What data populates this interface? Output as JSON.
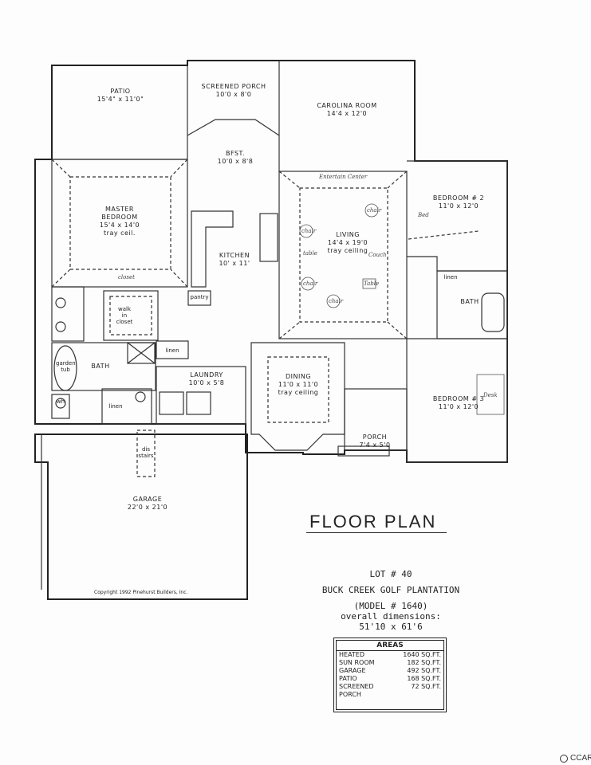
{
  "rooms": {
    "patio": {
      "name": "PATIO",
      "dim": "15'4\" x 11'0\""
    },
    "screened_porch": {
      "name": "SCREENED PORCH",
      "dim": "10'0 x 8'0"
    },
    "carolina_room": {
      "name": "CAROLINA ROOM",
      "dim": "14'4 x 12'0"
    },
    "bfst": {
      "name": "BFST.",
      "dim": "10'0 x 8'8"
    },
    "master_bedroom": {
      "name": "MASTER",
      "name2": "BEDROOM",
      "dim": "15'4 x 14'0",
      "note": "tray ceil."
    },
    "kitchen": {
      "name": "KITCHEN",
      "dim": "10' x 11'"
    },
    "living": {
      "name": "LIVING",
      "dim": "14'4 x 19'0",
      "note": "tray ceiling"
    },
    "bedroom2": {
      "name": "BEDROOM # 2",
      "dim": "11'0 x 12'0"
    },
    "bedroom3": {
      "name": "BEDROOM # 3",
      "dim": "11'0 x 12'0"
    },
    "walk_in_closet": {
      "line1": "walk",
      "line2": "in",
      "line3": "closet"
    },
    "pantry": {
      "name": "pantry"
    },
    "linen1": {
      "name": "linen"
    },
    "linen2": {
      "name": "linen"
    },
    "linen3": {
      "name": "linen"
    },
    "bath_master": {
      "name": "BATH"
    },
    "garden_tub": {
      "line1": "garden",
      "line2": "tub"
    },
    "bath2": {
      "name": "BATH"
    },
    "laundry": {
      "name": "LAUNDRY",
      "dim": "10'0 x 5'8"
    },
    "dining": {
      "name": "DINING",
      "dim": "11'0 x 11'0",
      "note": "tray ceiling"
    },
    "porch": {
      "name": "PORCH",
      "dim": "7'4 x 5'0"
    },
    "garage": {
      "name": "GARAGE",
      "dim": "22'0 x 21'0"
    },
    "wh": {
      "name": "wh"
    },
    "dis_stairs": {
      "line1": "dis",
      "line2": "stairs"
    }
  },
  "handwritten": {
    "chair1": "chair",
    "chair2": "chair",
    "chair3": "chair",
    "chair4": "chair",
    "table1": "table",
    "table2": "Table",
    "couch": "Couch",
    "entertain": "Entertain Center",
    "closet": "closet",
    "bed": "Bed",
    "desk": "Desk"
  },
  "title": "FLOOR PLAN",
  "info": {
    "lot": "LOT # 40",
    "community": "BUCK CREEK GOLF PLANTATION",
    "model": "(MODEL # 1640)",
    "overall_label": "overall dimensions:",
    "overall_value": "51'10 x 61'6"
  },
  "areas": {
    "header": "AREAS",
    "rows": [
      {
        "label": "HEATED",
        "value": "1640 SQ.FT."
      },
      {
        "label": "SUN ROOM",
        "value": "182 SQ.FT."
      },
      {
        "label": "GARAGE",
        "value": "492 SQ.FT."
      },
      {
        "label": "PATIO",
        "value": "168 SQ.FT."
      },
      {
        "label": "SCREENED",
        "value": "72 SQ.FT."
      },
      {
        "label": "PORCH",
        "value": ""
      }
    ]
  },
  "copyright": "Copyright 1992 Pinehurst Builders, Inc.",
  "watermark": "CCAR"
}
